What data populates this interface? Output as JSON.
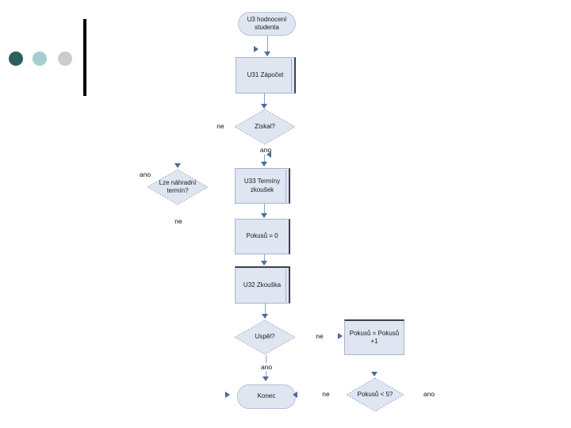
{
  "slide": {
    "background": "#ffffff",
    "decor": {
      "bullets": [
        {
          "name": "dark-teal-dot",
          "color": "#2e5f5f"
        },
        {
          "name": "light-teal-dot",
          "color": "#a6ced0"
        },
        {
          "name": "gray-dot",
          "color": "#cccccc"
        }
      ],
      "divider_color": "#000000"
    }
  },
  "flowchart": {
    "colors": {
      "shape_fill": "#dfe5f1",
      "shape_border": "#a7b3cf",
      "shadow_edge": "#3a4250",
      "connector": "#8ba0c8",
      "arrowhead": "#4a6b9d",
      "text": "#1a1a1a"
    },
    "nodes": {
      "start": {
        "type": "terminator",
        "label": "U3 hodnocení\nstudenta"
      },
      "u31": {
        "type": "predefined-process",
        "label": "U31 Zápočet"
      },
      "ziskal": {
        "type": "decision",
        "label": "Získal?"
      },
      "nahradni": {
        "type": "decision",
        "label": "Lze náhradní\ntermín?"
      },
      "u33": {
        "type": "predefined-process",
        "label": "U33 Termíny\nzkoušek"
      },
      "pokusu_nula": {
        "type": "process",
        "label": "Pokusů = 0"
      },
      "u32": {
        "type": "predefined-process",
        "label": "U32 Zkouška"
      },
      "uspel": {
        "type": "decision",
        "label": "Uspěl?"
      },
      "increment": {
        "type": "process",
        "label": "Pokusů = Pokusů\n+1"
      },
      "konec": {
        "type": "terminator",
        "label": "Konec"
      },
      "pokusu_limit": {
        "type": "decision",
        "label": "Pokusů < 5?"
      }
    },
    "edge_labels": {
      "ziskal_ne": "ne",
      "ziskal_ano": "ano",
      "nahradni_ano": "ano",
      "nahradni_ne": "ne",
      "uspel_ne": "ne",
      "uspel_ano": "ano",
      "konec_ne": "ne",
      "pokusu_limit_ano": "ano"
    }
  }
}
